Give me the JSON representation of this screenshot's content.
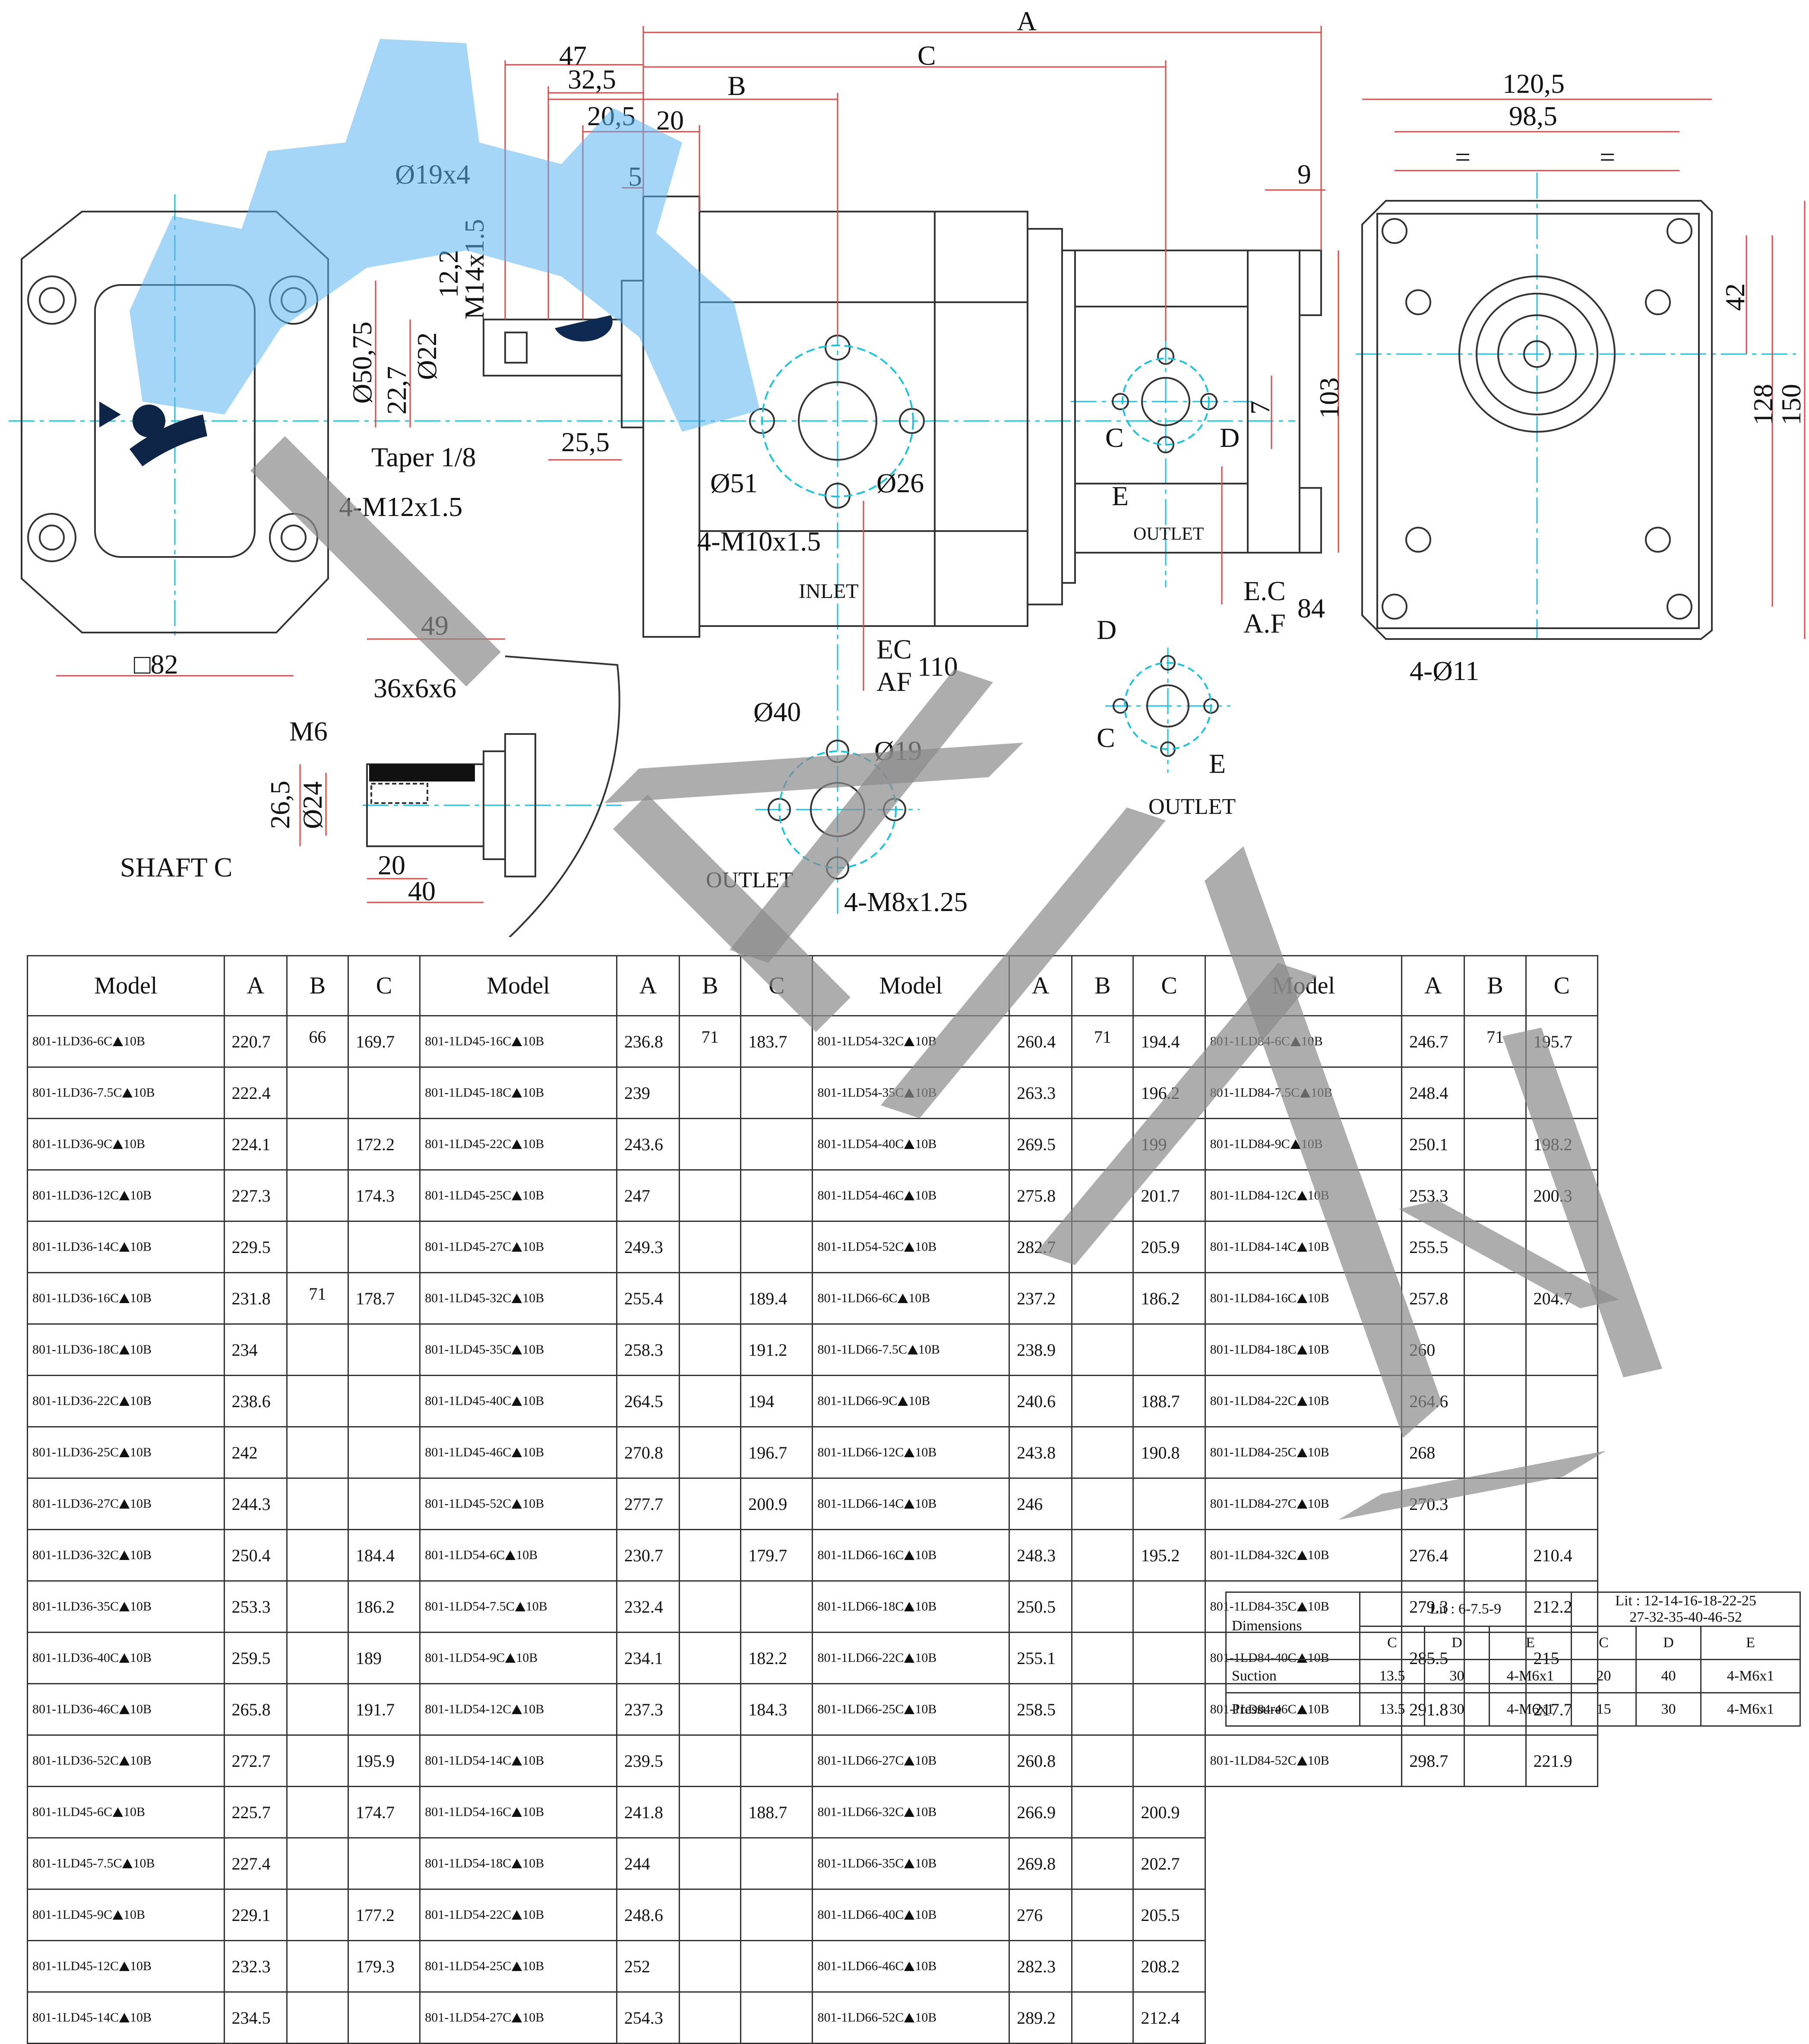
{
  "drawing": {
    "top_dims": {
      "A": "A",
      "C": "C",
      "B": "B",
      "d47": "47",
      "d32_5": "32,5",
      "d20_5": "20,5",
      "d20": "20",
      "d5": "5"
    },
    "shaft": {
      "bore": "Ø19x4",
      "d12_2": "12,2",
      "thread": "M14x1.5",
      "dia50": "Ø50,75",
      "d22": "Ø22",
      "d22_7": "22,7",
      "taper": "Taper 1/8",
      "d25_5": "25,5"
    },
    "flange": {
      "bolts": "4-M12x1.5",
      "square": "□82"
    },
    "inlet": {
      "d51": "Ø51",
      "d26": "Ø26",
      "thread": "4-M10x1.5",
      "label": "INLET",
      "ec": "EC",
      "af": "AF",
      "d110": "110"
    },
    "outlet_body": {
      "C": "C",
      "D": "D",
      "E": "E",
      "label": "OUTLET",
      "ec": "E.C",
      "af": "A.F",
      "d84": "84",
      "d7": "7",
      "d103": "103",
      "d9": "9"
    },
    "right_view": {
      "d120_5": "120,5",
      "d98_5": "98,5",
      "eq1": "=",
      "eq2": "=",
      "d42": "42",
      "d128": "128",
      "d150": "150",
      "holes": "4-Ø11"
    },
    "shaft_c": {
      "d49": "49",
      "key": "36x6x6",
      "m6": "M6",
      "d26_5": "26,5",
      "d24": "Ø24",
      "d20": "20",
      "d40": "40",
      "label": "SHAFT C"
    },
    "outlet_small": {
      "d40": "Ø40",
      "d19": "Ø19",
      "label": "OUTLET",
      "thread": "4-M8x1.25"
    },
    "outlet_right": {
      "D": "D",
      "C": "C",
      "E": "E",
      "label": "OUTLET"
    }
  },
  "table": {
    "headers": [
      "Model",
      "A",
      "B",
      "C",
      "Model",
      "A",
      "B",
      "C",
      "Model",
      "A",
      "B",
      "C",
      "Model",
      "A",
      "B",
      "C"
    ],
    "groups": [
      [
        {
          "m": "801-1LD36-6C",
          "a": "220.7",
          "b": "66",
          "c": "169.7"
        },
        {
          "m": "801-1LD36-7.5C",
          "a": "222.4",
          "b": "",
          "c": ""
        },
        {
          "m": "801-1LD36-9C",
          "a": "224.1",
          "b": "",
          "c": "172.2"
        },
        {
          "m": "801-1LD36-12C",
          "a": "227.3",
          "b": "",
          "c": "174.3"
        },
        {
          "m": "801-1LD36-14C",
          "a": "229.5",
          "b": "",
          "c": ""
        },
        {
          "m": "801-1LD36-16C",
          "a": "231.8",
          "b": "71",
          "c": "178.7"
        },
        {
          "m": "801-1LD36-18C",
          "a": "234",
          "b": "",
          "c": ""
        },
        {
          "m": "801-1LD36-22C",
          "a": "238.6",
          "b": "",
          "c": ""
        },
        {
          "m": "801-1LD36-25C",
          "a": "242",
          "b": "",
          "c": ""
        },
        {
          "m": "801-1LD36-27C",
          "a": "244.3",
          "b": "",
          "c": ""
        },
        {
          "m": "801-1LD36-32C",
          "a": "250.4",
          "b": "",
          "c": "184.4"
        },
        {
          "m": "801-1LD36-35C",
          "a": "253.3",
          "b": "",
          "c": "186.2"
        },
        {
          "m": "801-1LD36-40C",
          "a": "259.5",
          "b": "",
          "c": "189"
        },
        {
          "m": "801-1LD36-46C",
          "a": "265.8",
          "b": "",
          "c": "191.7"
        },
        {
          "m": "801-1LD36-52C",
          "a": "272.7",
          "b": "",
          "c": "195.9"
        },
        {
          "m": "801-1LD45-6C",
          "a": "225.7",
          "b": "",
          "c": "174.7"
        },
        {
          "m": "801-1LD45-7.5C",
          "a": "227.4",
          "b": "",
          "c": ""
        },
        {
          "m": "801-1LD45-9C",
          "a": "229.1",
          "b": "",
          "c": "177.2"
        },
        {
          "m": "801-1LD45-12C",
          "a": "232.3",
          "b": "",
          "c": "179.3"
        },
        {
          "m": "801-1LD45-14C",
          "a": "234.5",
          "b": "",
          "c": ""
        }
      ],
      [
        {
          "m": "801-1LD45-16C",
          "a": "236.8",
          "b": "71",
          "c": "183.7"
        },
        {
          "m": "801-1LD45-18C",
          "a": "239",
          "b": "",
          "c": ""
        },
        {
          "m": "801-1LD45-22C",
          "a": "243.6",
          "b": "",
          "c": ""
        },
        {
          "m": "801-1LD45-25C",
          "a": "247",
          "b": "",
          "c": ""
        },
        {
          "m": "801-1LD45-27C",
          "a": "249.3",
          "b": "",
          "c": ""
        },
        {
          "m": "801-1LD45-32C",
          "a": "255.4",
          "b": "",
          "c": "189.4"
        },
        {
          "m": "801-1LD45-35C",
          "a": "258.3",
          "b": "",
          "c": "191.2"
        },
        {
          "m": "801-1LD45-40C",
          "a": "264.5",
          "b": "",
          "c": "194"
        },
        {
          "m": "801-1LD45-46C",
          "a": "270.8",
          "b": "",
          "c": "196.7"
        },
        {
          "m": "801-1LD45-52C",
          "a": "277.7",
          "b": "",
          "c": "200.9"
        },
        {
          "m": "801-1LD54-6C",
          "a": "230.7",
          "b": "",
          "c": "179.7"
        },
        {
          "m": "801-1LD54-7.5C",
          "a": "232.4",
          "b": "",
          "c": ""
        },
        {
          "m": "801-1LD54-9C",
          "a": "234.1",
          "b": "",
          "c": "182.2"
        },
        {
          "m": "801-1LD54-12C",
          "a": "237.3",
          "b": "",
          "c": "184.3"
        },
        {
          "m": "801-1LD54-14C",
          "a": "239.5",
          "b": "",
          "c": ""
        },
        {
          "m": "801-1LD54-16C",
          "a": "241.8",
          "b": "",
          "c": "188.7"
        },
        {
          "m": "801-1LD54-18C",
          "a": "244",
          "b": "",
          "c": ""
        },
        {
          "m": "801-1LD54-22C",
          "a": "248.6",
          "b": "",
          "c": ""
        },
        {
          "m": "801-1LD54-25C",
          "a": "252",
          "b": "",
          "c": ""
        },
        {
          "m": "801-1LD54-27C",
          "a": "254.3",
          "b": "",
          "c": ""
        }
      ],
      [
        {
          "m": "801-1LD54-32C",
          "a": "260.4",
          "b": "71",
          "c": "194.4"
        },
        {
          "m": "801-1LD54-35C",
          "a": "263.3",
          "b": "",
          "c": "196.2"
        },
        {
          "m": "801-1LD54-40C",
          "a": "269.5",
          "b": "",
          "c": "199"
        },
        {
          "m": "801-1LD54-46C",
          "a": "275.8",
          "b": "",
          "c": "201.7"
        },
        {
          "m": "801-1LD54-52C",
          "a": "282.7",
          "b": "",
          "c": "205.9"
        },
        {
          "m": "801-1LD66-6C",
          "a": "237.2",
          "b": "",
          "c": "186.2"
        },
        {
          "m": "801-1LD66-7.5C",
          "a": "238.9",
          "b": "",
          "c": ""
        },
        {
          "m": "801-1LD66-9C",
          "a": "240.6",
          "b": "",
          "c": "188.7"
        },
        {
          "m": "801-1LD66-12C",
          "a": "243.8",
          "b": "",
          "c": "190.8"
        },
        {
          "m": "801-1LD66-14C",
          "a": "246",
          "b": "",
          "c": ""
        },
        {
          "m": "801-1LD66-16C",
          "a": "248.3",
          "b": "",
          "c": "195.2"
        },
        {
          "m": "801-1LD66-18C",
          "a": "250.5",
          "b": "",
          "c": ""
        },
        {
          "m": "801-1LD66-22C",
          "a": "255.1",
          "b": "",
          "c": ""
        },
        {
          "m": "801-1LD66-25C",
          "a": "258.5",
          "b": "",
          "c": ""
        },
        {
          "m": "801-1LD66-27C",
          "a": "260.8",
          "b": "",
          "c": ""
        },
        {
          "m": "801-1LD66-32C",
          "a": "266.9",
          "b": "",
          "c": "200.9"
        },
        {
          "m": "801-1LD66-35C",
          "a": "269.8",
          "b": "",
          "c": "202.7"
        },
        {
          "m": "801-1LD66-40C",
          "a": "276",
          "b": "",
          "c": "205.5"
        },
        {
          "m": "801-1LD66-46C",
          "a": "282.3",
          "b": "",
          "c": "208.2"
        },
        {
          "m": "801-1LD66-52C",
          "a": "289.2",
          "b": "",
          "c": "212.4"
        }
      ],
      [
        {
          "m": "801-1LD84-6C",
          "a": "246.7",
          "b": "71",
          "c": "195.7"
        },
        {
          "m": "801-1LD84-7.5C",
          "a": "248.4",
          "b": "",
          "c": ""
        },
        {
          "m": "801-1LD84-9C",
          "a": "250.1",
          "b": "",
          "c": "198.2"
        },
        {
          "m": "801-1LD84-12C",
          "a": "253.3",
          "b": "",
          "c": "200.3"
        },
        {
          "m": "801-1LD84-14C",
          "a": "255.5",
          "b": "",
          "c": ""
        },
        {
          "m": "801-1LD84-16C",
          "a": "257.8",
          "b": "",
          "c": "204.7"
        },
        {
          "m": "801-1LD84-18C",
          "a": "260",
          "b": "",
          "c": ""
        },
        {
          "m": "801-1LD84-22C",
          "a": "264.6",
          "b": "",
          "c": ""
        },
        {
          "m": "801-1LD84-25C",
          "a": "268",
          "b": "",
          "c": ""
        },
        {
          "m": "801-1LD84-27C",
          "a": "270.3",
          "b": "",
          "c": ""
        },
        {
          "m": "801-1LD84-32C",
          "a": "276.4",
          "b": "",
          "c": "210.4"
        },
        {
          "m": "801-1LD84-35C",
          "a": "279.3",
          "b": "",
          "c": "212.2"
        },
        {
          "m": "801-1LD84-40C",
          "a": "285.5",
          "b": "",
          "c": "215"
        },
        {
          "m": "801-1LD84-46C",
          "a": "291.8",
          "b": "",
          "c": "217.7"
        },
        {
          "m": "801-1LD84-52C",
          "a": "298.7",
          "b": "",
          "c": "221.9"
        }
      ]
    ],
    "model_suffix": "10B"
  },
  "dims_table": {
    "title": "Dimensions",
    "lit1": "Lit : 6-7.5-9",
    "lit2": "Lit : 12-14-16-18-22-25",
    "lit2b": "27-32-35-40-46-52",
    "cols": [
      "C",
      "D",
      "E",
      "C",
      "D",
      "E"
    ],
    "rows": [
      {
        "label": "Suction",
        "vals": [
          "13.5",
          "30",
          "4-M6x1",
          "20",
          "40",
          "4-M6x1"
        ]
      },
      {
        "label": "Pressure",
        "vals": [
          "13.5",
          "30",
          "4-M6x1",
          "15",
          "30",
          "4-M6x1"
        ]
      }
    ]
  },
  "colors": {
    "dim_red": "#e04848",
    "center_cyan": "#19c4e0",
    "outline": "#333333",
    "watermark_gray": "#8a8a8a",
    "watermark_blue": "#5ab4f0"
  }
}
